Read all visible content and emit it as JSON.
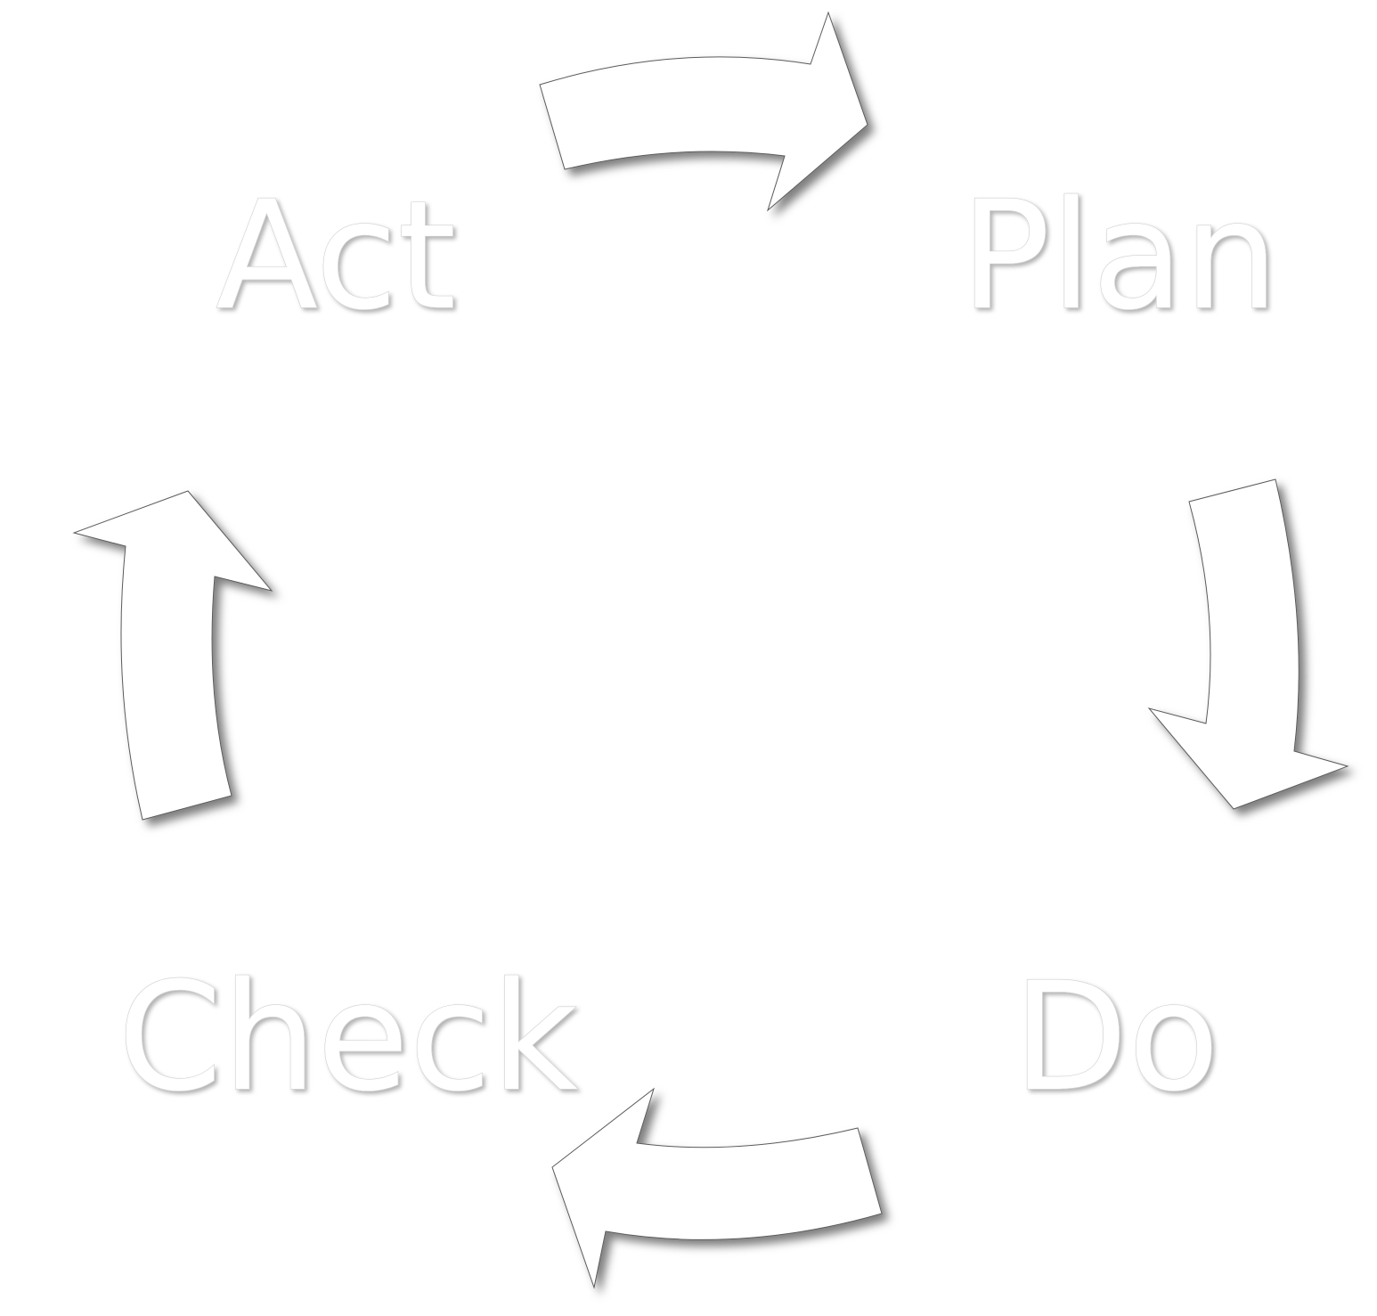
{
  "diagram": {
    "type": "cycle",
    "stages": [
      {
        "id": "plan",
        "label": "Plan"
      },
      {
        "id": "do",
        "label": "Do"
      },
      {
        "id": "check",
        "label": "Check"
      },
      {
        "id": "act",
        "label": "Act"
      }
    ],
    "flow": [
      {
        "from": "act",
        "to": "plan"
      },
      {
        "from": "plan",
        "to": "do"
      },
      {
        "from": "do",
        "to": "check"
      },
      {
        "from": "check",
        "to": "act"
      }
    ],
    "colors": {
      "background": "#ffffff",
      "shape_fill": "#ffffff",
      "shape_outline": "#5a5a5a",
      "shadow": "#000000"
    }
  }
}
